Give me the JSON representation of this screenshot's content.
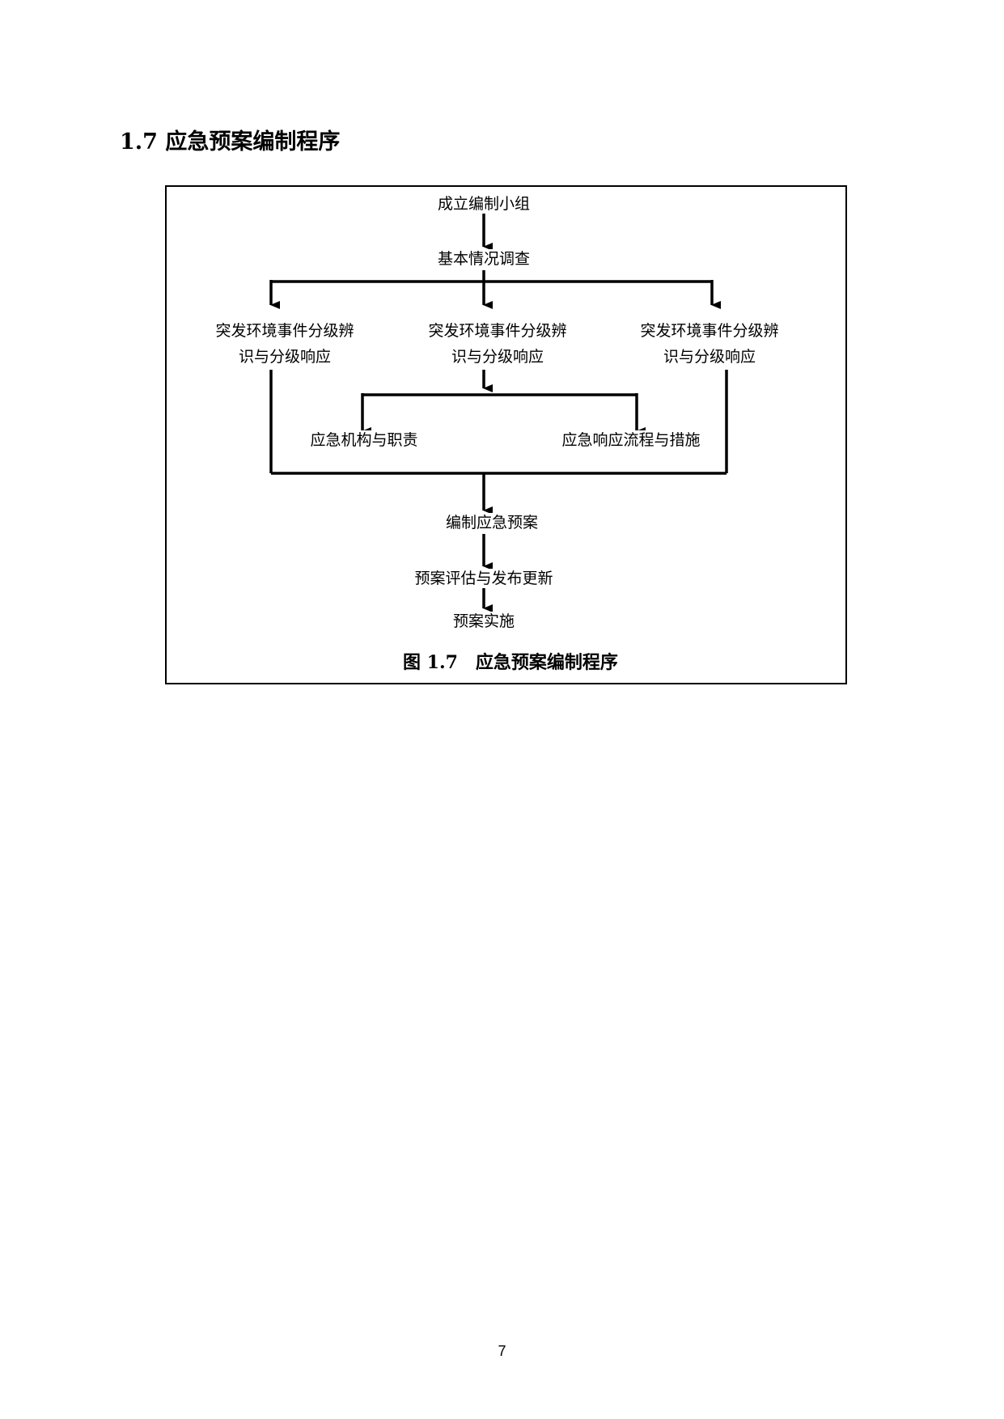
{
  "heading": "1.7 应急预案编制程序",
  "flowchart": {
    "step_form_team": "成立编制小组",
    "step_basic_survey": "基本情况调查",
    "branch_left": {
      "line1": "突发环境事件分级辨",
      "line2": "识与分级响应"
    },
    "branch_middle": {
      "line1": "突发环境事件分级辨",
      "line2": "识与分级响应"
    },
    "branch_right": {
      "line1": "突发环境事件分级辨",
      "line2": "识与分级响应"
    },
    "step_org_duties": "应急机构与职责",
    "step_response_process": "应急响应流程与措施",
    "step_compile_plan": "编制应急预案",
    "step_evaluate_publish": "预案评估与发布更新",
    "step_implement": "预案实施"
  },
  "caption": "图 1.7　应急预案编制程序",
  "page_number": "7"
}
